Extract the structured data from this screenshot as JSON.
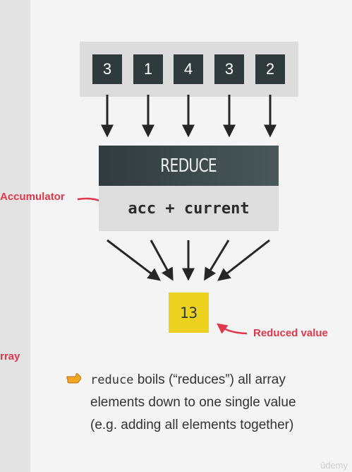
{
  "array_items": [
    "3",
    "1",
    "4",
    "3",
    "2"
  ],
  "reduce_box": {
    "header": "REDUCE",
    "expression": "acc + current"
  },
  "result_value": "13",
  "labels": {
    "accumulator": "Accumulator",
    "reduced_value": "Reduced value",
    "left_edge_text": "rray"
  },
  "note": {
    "code_word": "reduce",
    "line1_rest": " boils (“reduces”) all array",
    "line2": "elements down to one single value",
    "line3": "(e.g. adding all elements together)"
  },
  "watermark": "ûdemy",
  "colors": {
    "dark_box": "#2f3a3c",
    "result_box": "#ecd21f",
    "accent_red": "#e0364c",
    "panel_gray": "#dcdcdc"
  },
  "icons": {
    "pointer": "pointing-hand-icon"
  }
}
